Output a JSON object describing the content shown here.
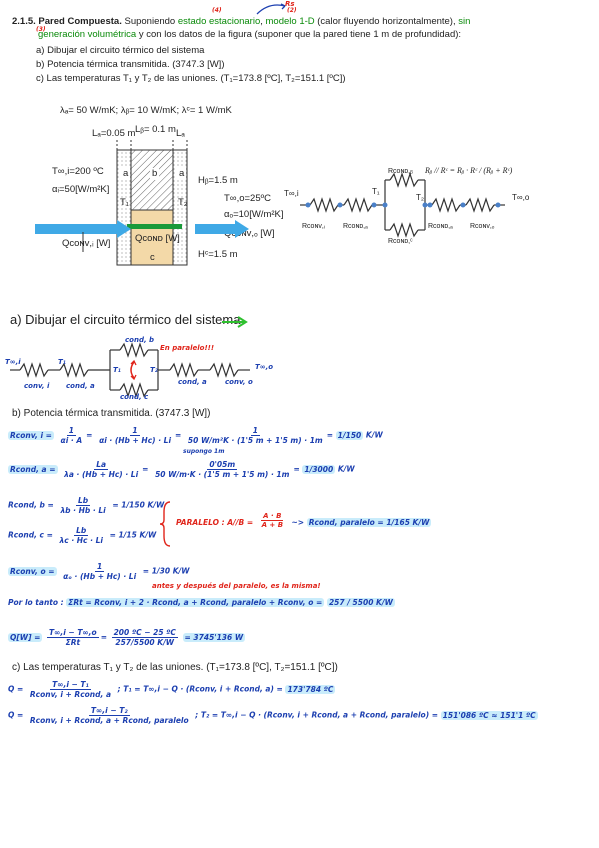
{
  "header": {
    "number": "2.1.5.",
    "title": "Pared Compuesta.",
    "intro1": "Suponiendo",
    "intro2": "estado estacionario",
    "intro3": ",",
    "intro4": "modelo 1-D",
    "intro5": "(calor fluyendo horizontalmente),",
    "intro6": "sin",
    "intro7": "generación volumétrica",
    "intro8": "y con los datos de la figura (suponer que la pared tiene 1 m de profundidad):",
    "item_a": "a)  Dibujar el circuito térmico del sistema",
    "item_b": "b)  Potencia térmica transmitida. (3747.3 [W])",
    "item_c": "c)  Las temperaturas T₁ y T₂ de las uniones. (T₁=173.8 [ºC], T₂=151.1 [ºC])",
    "ann_rs": "Rs",
    "ann_4": "(4)",
    "ann_2": "(2)",
    "ann_3": "(3)"
  },
  "figure": {
    "lambdas": "λₐ= 50 W/mK;  λᵦ= 10 W/mK;  λᶜ= 1 W/mK",
    "la": "Lₐ=0.05 m",
    "lb": "Lᵦ= 0.1 m",
    "lc": "Lₐ",
    "t_inf_i": "T∞,i=200 ºC",
    "alpha_i": "αᵢ=50[W/m²K]",
    "q_conv_i": "Qᴄᴏɴᴠ,ᵢ [W]",
    "hb": "Hᵦ=1.5 m",
    "t_inf_o": "T∞,o=25ºC",
    "alpha_o": "αₒ=10[W/m²K]",
    "q_conv_o": "Qᴄᴏɴᴠ,ₒ [W]",
    "hc": "Hᶜ=1.5 m",
    "q_cond": "Qᴄᴏɴᴅ [W]",
    "label_a": "a",
    "label_b": "b",
    "label_c": "c",
    "t1": "T₁",
    "t2": "T₂"
  },
  "circuit": {
    "t_inf_i": "T∞,i",
    "t_inf_o": "T∞,o",
    "t1": "T₁",
    "t2": "T₂",
    "rcond_b": "Rᴄᴏɴᴅ,ᵦ",
    "rconv_i": "Rᴄᴏɴᴠ,ᵢ",
    "rcond_a1": "Rᴄᴏɴᴅ,ₐ",
    "rcond_c": "Rᴄᴏɴᴅ,ᶜ",
    "rcond_a2": "Rᴄᴏɴᴅ,ₐ",
    "rconv_o": "Rᴄᴏɴᴠ,ₒ",
    "parallel_formula": "Rᵦ // Rᶜ = Rᵦ · Rᶜ / (Rᵦ + Rᶜ)"
  },
  "part_a": {
    "heading": "a)  Dibujar el circuito térmico del sistema",
    "t_inf_i": "T∞,i",
    "t1": "T₁",
    "t2": "T₂",
    "t_inf_o": "T∞,o",
    "cond_b": "cond, b",
    "en_paralelo": "En paralelo!!!",
    "conv_i": "conv, i",
    "cond_a1": "cond, a",
    "cond_c": "cond, c",
    "cond_a2": "cond, a",
    "conv_o": "conv, o"
  },
  "part_b": {
    "heading": "b)  Potencia térmica transmitida. (3747.3 [W])",
    "r_conv_i_lhs": "Rconv, i =",
    "r_conv_i_f1_num": "1",
    "r_conv_i_f1_den": "αi · A",
    "r_conv_i_f2_num": "1",
    "r_conv_i_f2_den": "αi · (Hb + Hc) · Li",
    "r_conv_i_f3_num": "1",
    "r_conv_i_f3_den": "50 W/m²K · (1'5 m + 1'5 m) · 1m",
    "r_conv_i_result": "1/150",
    "r_conv_i_unit": "K/W",
    "supongo": "supongo 1m",
    "r_cond_a_lhs": "Rcond, a =",
    "r_cond_a_f1_num": "La",
    "r_cond_a_f1_den": "λa · (Hb + Hc) · Li",
    "r_cond_a_f2_num": "0'05m",
    "r_cond_a_f2_den": "50 W/m·K · (1'5 m + 1'5 m) · 1m",
    "r_cond_a_result": "1/3000",
    "r_cond_a_unit": "K/W",
    "r_cond_b_lhs": "Rcond, b =",
    "r_cond_b_num": "Lb",
    "r_cond_b_den": "λb · Hb · Li",
    "r_cond_b_result": "= 1/150 K/W",
    "r_cond_c_lhs": "Rcond, c =",
    "r_cond_c_num": "Lb",
    "r_cond_c_den": "λc · Hc · Li",
    "r_cond_c_result": "= 1/15 K/W",
    "paralelo_label": "PARALELO : A//B =",
    "paralelo_num": "A · B",
    "paralelo_den": "A + B",
    "paralelo_result": "Rcond, paralelo = 1/165 K/W",
    "r_conv_o_lhs": "Rconv, o =",
    "r_conv_o_num": "1",
    "r_conv_o_den": "αₒ · (Hb + Hc) · Li",
    "r_conv_o_result": "= 1/30 K/W",
    "note_antes": "antes y después del paralelo, es la misma!",
    "total_lhs": "Por lo tanto :",
    "total_expr": "ΣRt = Rconv, i + 2 · Rcond, a + Rcond, paralelo + Rconv, o =",
    "total_result": "257 / 5500 K/W",
    "q_lhs": "Q[W] =",
    "q_f1_num": "T∞,i − T∞,o",
    "q_f1_den": "ΣRt",
    "q_f2_num": "200 ºC − 25 ºC",
    "q_f2_den": "257/5500 K/W",
    "q_result": "= 3745'136 W"
  },
  "part_c": {
    "heading": "c)  Las temperaturas T₁ y T₂ de las uniones. (T₁=173.8 [ºC], T₂=151.1 [ºC])",
    "q1_lhs": "Q =",
    "q1_num": "T∞,i − T₁",
    "q1_den": "Rconv, i + Rcond, a",
    "q1_rhs": "; T₁ = T∞,i − Q · (Rconv, i + Rcond, a) =",
    "t1_result": "173'784 ºC",
    "q2_lhs": "Q =",
    "q2_num": "T∞,i − T₂",
    "q2_den": "Rconv, i + Rcond, a + Rcond, paralelo",
    "q2_rhs": "; T₂ = T∞,i − Q · (Rconv, i + Rcond, a + Rcond, paralelo) =",
    "t2_result": "151'086 ºC ≈ 151'1 ºC"
  }
}
